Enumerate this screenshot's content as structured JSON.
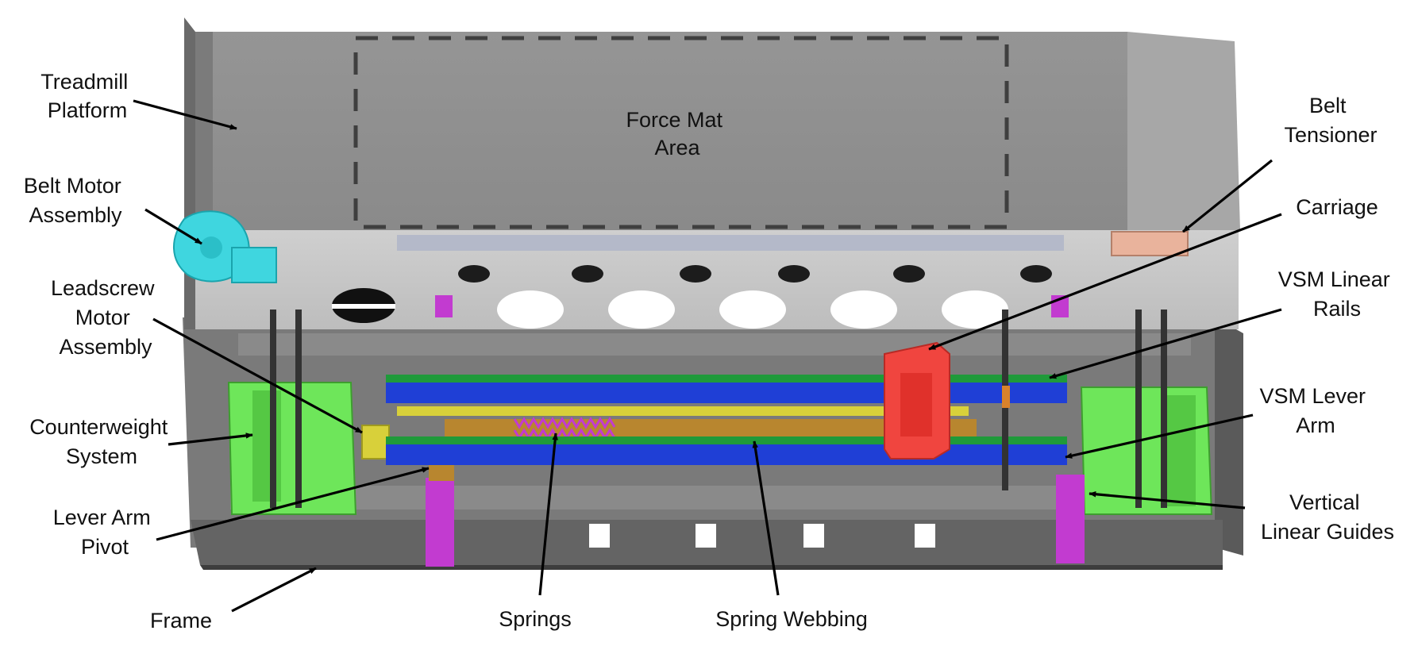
{
  "platform_label": [
    "Force Mat",
    "Area"
  ],
  "callouts": [
    {
      "id": "treadmill-platform",
      "lines": [
        "Treadmill",
        "Platform"
      ]
    },
    {
      "id": "belt-motor-assembly",
      "lines": [
        "Belt Motor",
        "Assembly"
      ]
    },
    {
      "id": "leadscrew-motor-assembly",
      "lines": [
        "Leadscrew",
        "Motor",
        "Assembly"
      ]
    },
    {
      "id": "counterweight-system",
      "lines": [
        "Counterweight",
        "System"
      ]
    },
    {
      "id": "lever-arm-pivot",
      "lines": [
        "Lever Arm",
        "Pivot"
      ]
    },
    {
      "id": "frame",
      "lines": [
        "Frame"
      ]
    },
    {
      "id": "springs",
      "lines": [
        "Springs"
      ]
    },
    {
      "id": "spring-webbing",
      "lines": [
        "Spring Webbing"
      ]
    },
    {
      "id": "belt-tensioner",
      "lines": [
        "Belt",
        "Tensioner"
      ]
    },
    {
      "id": "carriage",
      "lines": [
        "Carriage"
      ]
    },
    {
      "id": "vsm-linear-rails",
      "lines": [
        "VSM Linear",
        "Rails"
      ]
    },
    {
      "id": "vsm-lever-arm",
      "lines": [
        "VSM Lever",
        "Arm"
      ]
    },
    {
      "id": "vertical-linear-guides",
      "lines": [
        "Vertical",
        "Linear Guides"
      ]
    }
  ],
  "colors": {
    "platform": "#8f8f8f",
    "frame": "#6b6b6b",
    "belt_motor": "#3fd6df",
    "counterweight": "#6ee65a",
    "rails_blue": "#1f3fd6",
    "rails_green": "#1f9a3a",
    "carriage": "#f0453f",
    "guides": "#c23bd0",
    "leadscrew": "#d8d03a",
    "webbing": "#b8862f",
    "tensioner": "#e9b39c"
  }
}
